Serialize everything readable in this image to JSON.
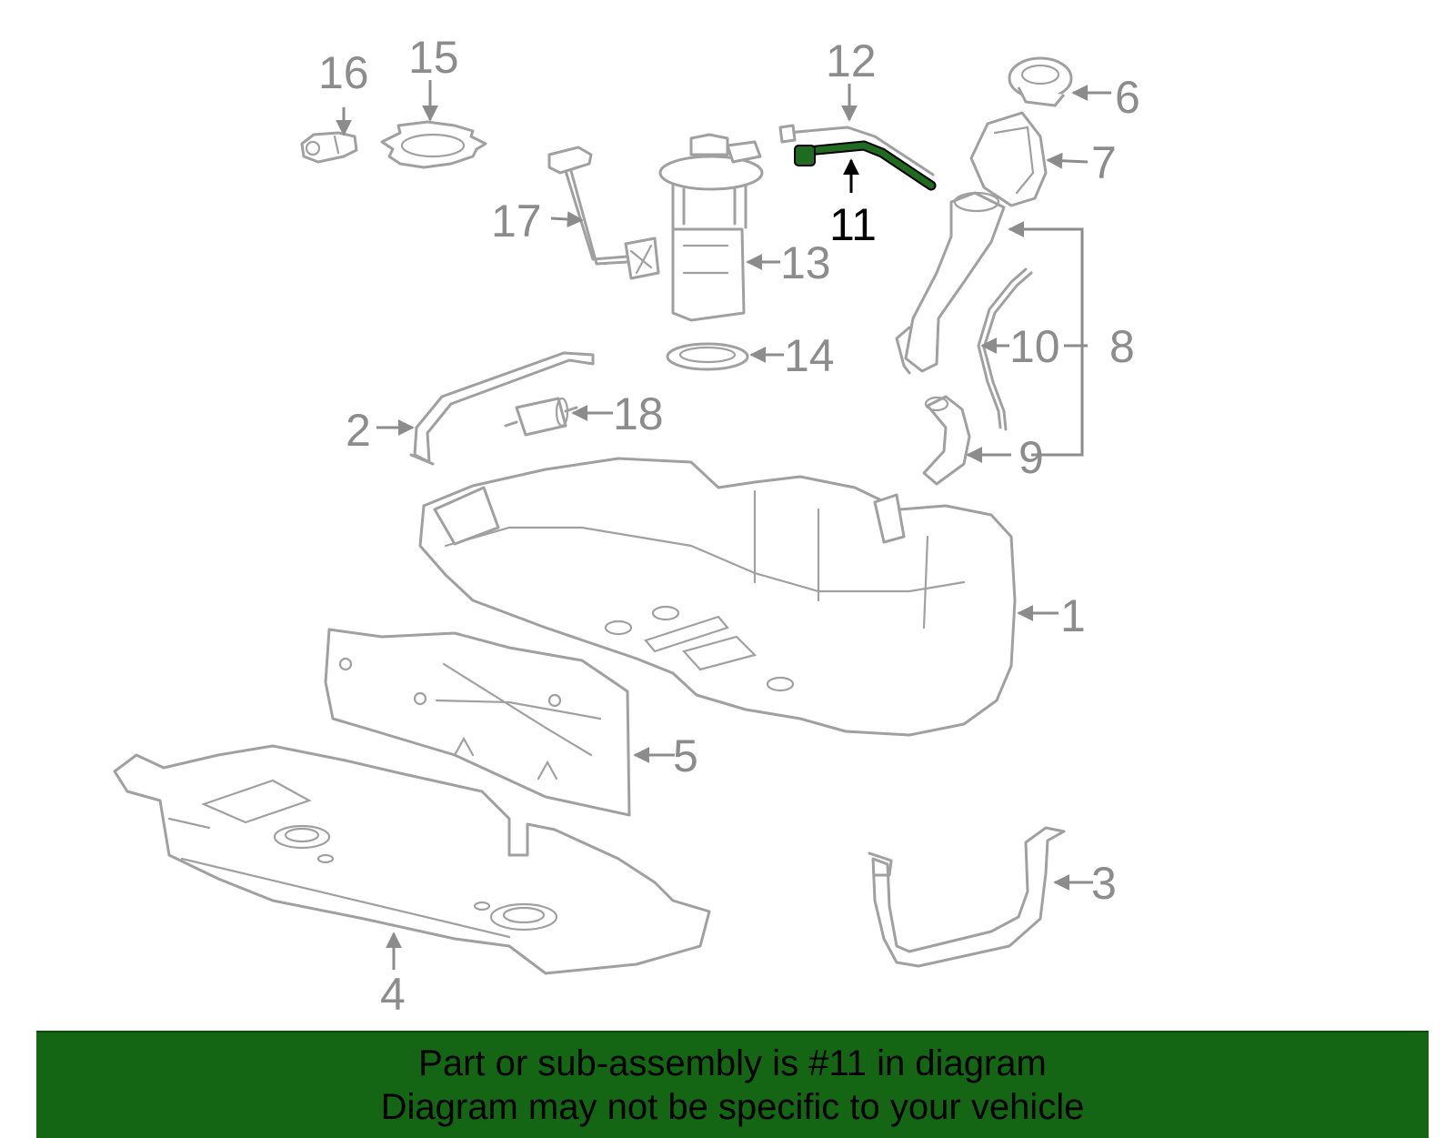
{
  "diagram": {
    "highlighted_part": "11",
    "highlight_color": "#1f6b1f",
    "part_color": "#a0a0a0",
    "callouts": [
      "1",
      "2",
      "3",
      "4",
      "5",
      "6",
      "7",
      "8",
      "9",
      "10",
      "11",
      "12",
      "13",
      "14",
      "15",
      "16",
      "17",
      "18"
    ]
  },
  "banner": {
    "line1": "Part or sub-assembly is #11 in diagram",
    "line2": "Diagram may not be specific to your vehicle",
    "background_color": "#146614"
  }
}
